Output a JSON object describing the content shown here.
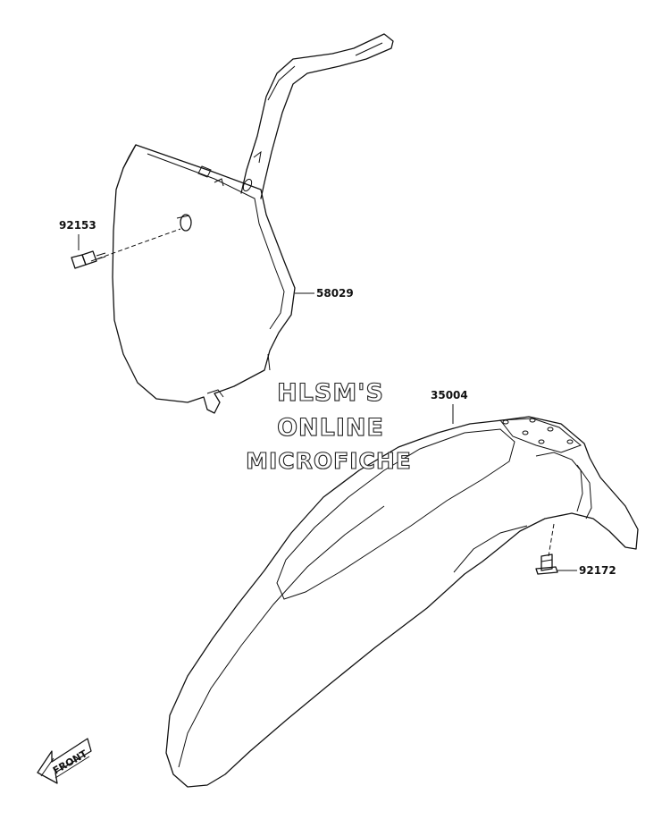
{
  "parts": {
    "bolt_left": "92153",
    "number_plate": "58029",
    "fender": "35004",
    "bolt_right": "92172"
  },
  "watermark": {
    "line1": "HLSM'S",
    "line2": "ONLINE",
    "line3": "MICROFICHE"
  },
  "front_arrow": {
    "label": "FRONT"
  }
}
